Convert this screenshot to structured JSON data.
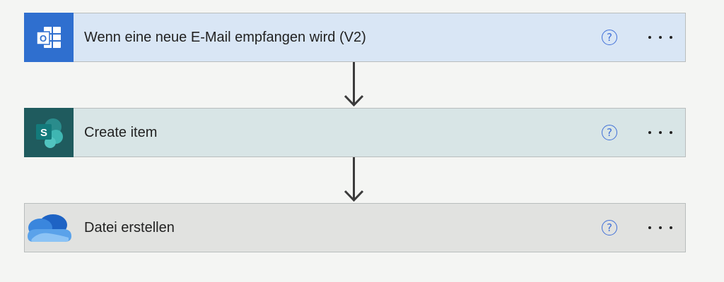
{
  "steps": [
    {
      "title": "Wenn eine neue E-Mail empfangen wird (V2)",
      "icon": "outlook-icon",
      "color": "#d9e6f5"
    },
    {
      "title": "Create item",
      "icon": "sharepoint-icon",
      "color": "#d8e5e6"
    },
    {
      "title": "Datei erstellen",
      "icon": "onedrive-icon",
      "color": "#e1e2e0"
    }
  ],
  "help_symbol": "?",
  "accent": "#3f6fd8"
}
